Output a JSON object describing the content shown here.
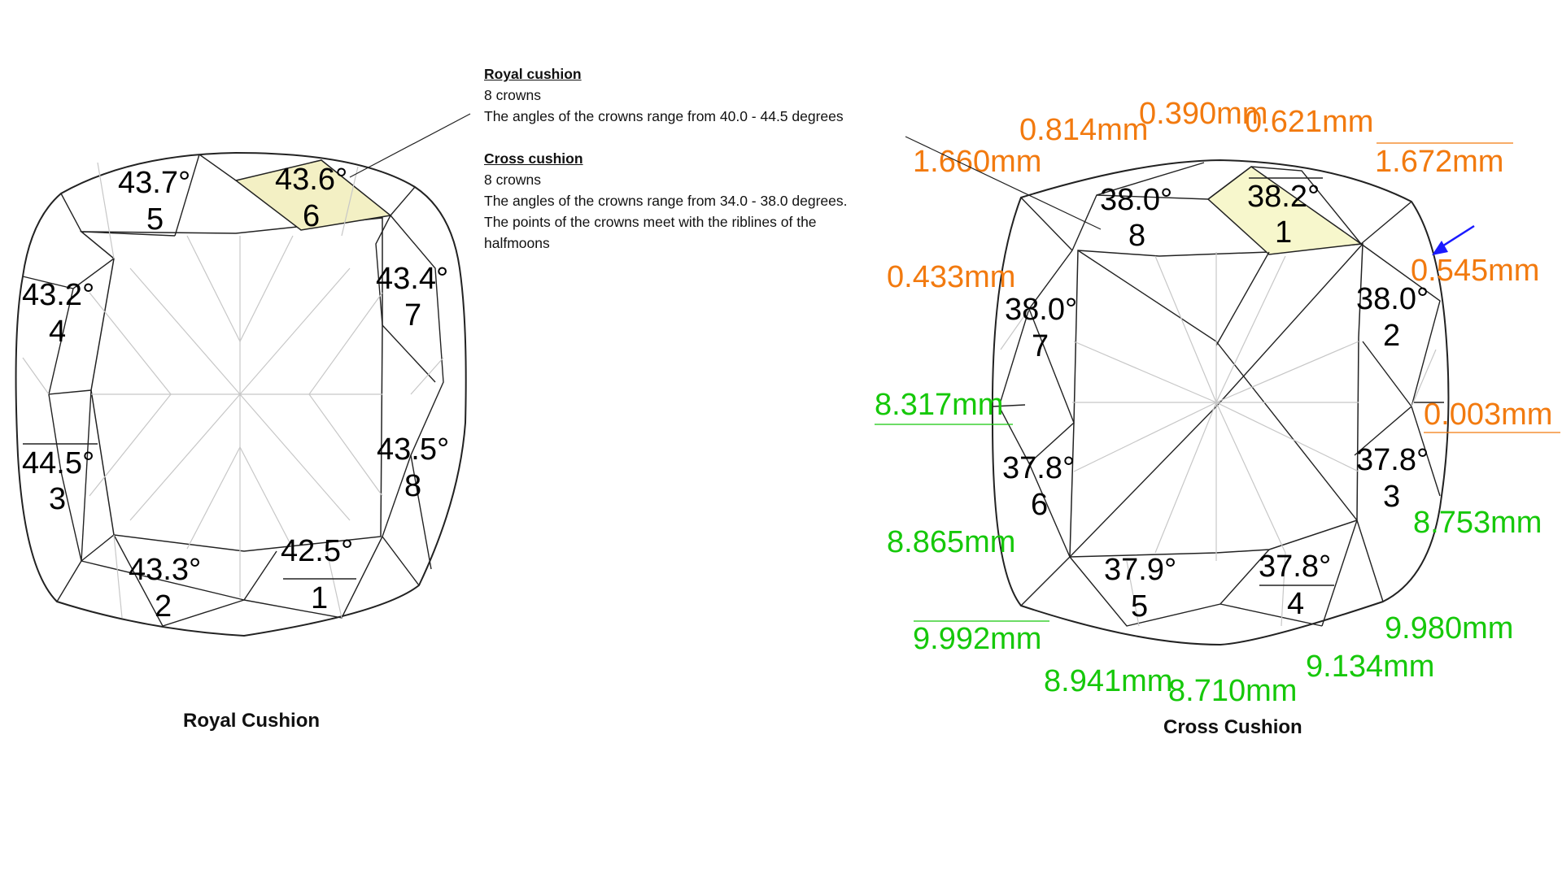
{
  "notes": {
    "royal_title": "Royal cushion",
    "royal_line1": "8 crowns",
    "royal_line2": "The angles of the crowns range from 40.0 - 44.5 degrees",
    "cross_title": "Cross cushion",
    "cross_line1": "8 crowns",
    "cross_line2": "The angles of the crowns range from 34.0 - 38.0 degrees.",
    "cross_line3": "The points of the crowns meet with the riblines of the",
    "cross_line4": "halfmoons"
  },
  "royal": {
    "caption": "Royal Cushion",
    "crowns": [
      {
        "angle": "42.5°",
        "num": "1"
      },
      {
        "angle": "43.3°",
        "num": "2"
      },
      {
        "angle": "44.5°",
        "num": "3"
      },
      {
        "angle": "43.2°",
        "num": "4"
      },
      {
        "angle": "43.7°",
        "num": "5"
      },
      {
        "angle": "43.6°",
        "num": "6"
      },
      {
        "angle": "43.4°",
        "num": "7"
      },
      {
        "angle": "43.5°",
        "num": "8"
      }
    ]
  },
  "cross": {
    "caption": "Cross Cushion",
    "crowns": [
      {
        "angle": "38.2°",
        "num": "1"
      },
      {
        "angle": "38.0°",
        "num": "2"
      },
      {
        "angle": "37.8°",
        "num": "3"
      },
      {
        "angle": "37.8°",
        "num": "4"
      },
      {
        "angle": "37.9°",
        "num": "5"
      },
      {
        "angle": "37.8°",
        "num": "6"
      },
      {
        "angle": "38.0°",
        "num": "7"
      },
      {
        "angle": "38.0°",
        "num": "8"
      }
    ],
    "orange_measurements": [
      "0.814mm",
      "0.390mm",
      "0.621mm",
      "1.660mm",
      "1.672mm",
      "0.433mm",
      "0.545mm",
      "0.003mm"
    ],
    "green_measurements": [
      "8.317mm",
      "8.865mm",
      "8.753mm",
      "9.992mm",
      "9.980mm",
      "9.134mm",
      "8.941mm",
      "8.710mm"
    ]
  },
  "colors": {
    "orange": "#f27a0f",
    "green": "#16c80a",
    "highlight": "#f3f0c4",
    "arrow": "#1a1aff"
  }
}
